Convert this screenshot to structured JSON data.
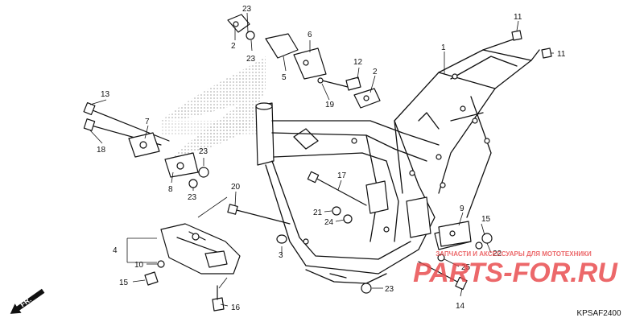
{
  "diagram_code": "KPSAF2400",
  "direction_label": "FR.",
  "watermark": {
    "caption": "ЗАПЧАСТИ И АКСЕССУАРЫ ДЛЯ МОТОТЕХНИКИ",
    "brand": "PARTS-FOR.RU",
    "color": "#e8474a"
  },
  "callouts": [
    {
      "id": "c1",
      "label": "1"
    },
    {
      "id": "c2a",
      "label": "2"
    },
    {
      "id": "c2b",
      "label": "2"
    },
    {
      "id": "c3",
      "label": "3"
    },
    {
      "id": "c4",
      "label": "4"
    },
    {
      "id": "c5",
      "label": "5"
    },
    {
      "id": "c6",
      "label": "6"
    },
    {
      "id": "c7",
      "label": "7"
    },
    {
      "id": "c8",
      "label": "8"
    },
    {
      "id": "c9",
      "label": "9"
    },
    {
      "id": "c10",
      "label": "10"
    },
    {
      "id": "c11a",
      "label": "11"
    },
    {
      "id": "c11b",
      "label": "11"
    },
    {
      "id": "c12",
      "label": "12"
    },
    {
      "id": "c13",
      "label": "13"
    },
    {
      "id": "c14",
      "label": "14"
    },
    {
      "id": "c15a",
      "label": "15"
    },
    {
      "id": "c15b",
      "label": "15"
    },
    {
      "id": "c16",
      "label": "16"
    },
    {
      "id": "c17",
      "label": "17"
    },
    {
      "id": "c18",
      "label": "18"
    },
    {
      "id": "c19",
      "label": "19"
    },
    {
      "id": "c20",
      "label": "20"
    },
    {
      "id": "c21",
      "label": "21"
    },
    {
      "id": "c22",
      "label": "22"
    },
    {
      "id": "c23a",
      "label": "23"
    },
    {
      "id": "c23b",
      "label": "23"
    },
    {
      "id": "c23c",
      "label": "23"
    },
    {
      "id": "c23d",
      "label": "23"
    },
    {
      "id": "c23e",
      "label": "23"
    },
    {
      "id": "c24",
      "label": "24"
    },
    {
      "id": "c25",
      "label": "25"
    }
  ]
}
